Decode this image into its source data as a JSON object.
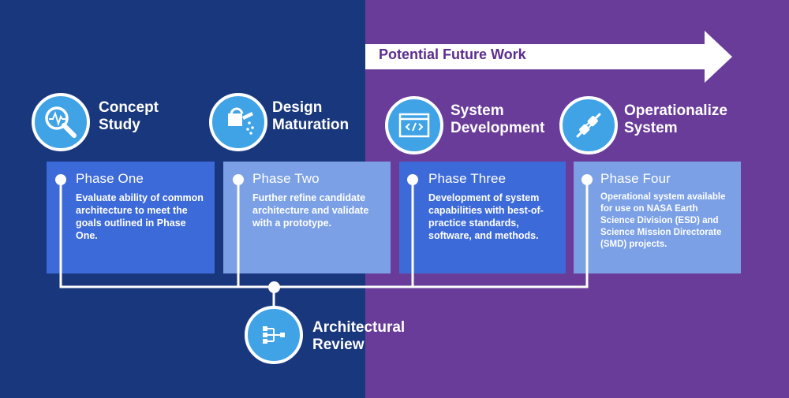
{
  "header": {
    "future_label": "Potential Future Work"
  },
  "stages": [
    {
      "label_line1": "Concept",
      "label_line2": "Study",
      "icon": "magnifier-pulse-icon"
    },
    {
      "label_line1": "Design",
      "label_line2": "Maturation",
      "icon": "watering-can-icon"
    },
    {
      "label_line1": "System",
      "label_line2": "Development",
      "icon": "code-window-icon"
    },
    {
      "label_line1": "Operationalize",
      "label_line2": "System",
      "icon": "plug-icon"
    }
  ],
  "phases": [
    {
      "title": "Phase One",
      "desc": "Evaluate ability of common architecture to meet the goals outlined in Phase One."
    },
    {
      "title": "Phase Two",
      "desc": "Further refine candidate architecture and validate with a prototype."
    },
    {
      "title": "Phase Three",
      "desc": "Development of system capabilities with best-of-practice standards, software, and methods."
    },
    {
      "title": "Phase Four",
      "desc": "Operational system available for use on NASA Earth Science Division (ESD) and Science Mission Directorate (SMD) projects."
    }
  ],
  "review": {
    "label_line1": "Architectural",
    "label_line2": "Review",
    "icon": "flowchart-icon"
  },
  "colors": {
    "left_bg": "#19377c",
    "right_bg": "#6a3c9a",
    "icon_blue": "#3fa3e6",
    "box_dark": "#3d6ad9",
    "box_light": "#7ba0e6",
    "future_text": "#5b2d8e"
  }
}
